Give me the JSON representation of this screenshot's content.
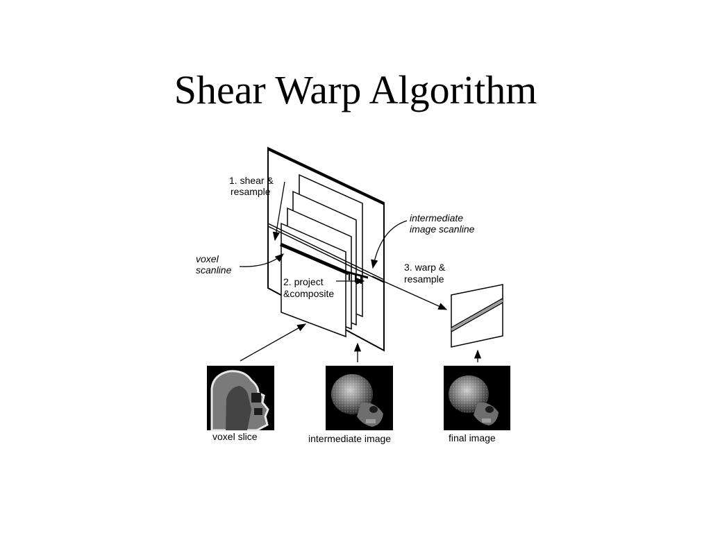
{
  "slide": {
    "title": "Shear Warp Algorithm"
  },
  "diagram": {
    "labels": {
      "step1_line1": "1. shear &",
      "step1_line2": "resample",
      "intermediate_scanline_line1": "intermediate",
      "intermediate_scanline_line2": "image scanline",
      "voxel_scanline_line1": "voxel",
      "voxel_scanline_line2": "scanline",
      "step3_line1": "3. warp &",
      "step3_line2": "resample",
      "step2_line1": "2. project",
      "step2_line2": "&composite"
    },
    "thumbnails": {
      "voxel_slice": "voxel slice",
      "intermediate_image": "intermediate image",
      "final_image": "final image"
    }
  }
}
